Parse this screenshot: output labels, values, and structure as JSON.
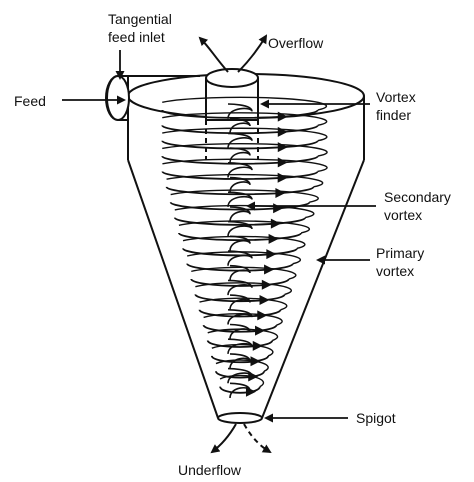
{
  "labels": {
    "tangential_feed_inlet_line1": "Tangential",
    "tangential_feed_inlet_line2": "feed inlet",
    "overflow": "Overflow",
    "feed": "Feed",
    "vortex_finder_line1": "Vortex",
    "vortex_finder_line2": "finder",
    "secondary_vortex_line1": "Secondary",
    "secondary_vortex_line2": "vortex",
    "primary_vortex_line1": "Primary",
    "primary_vortex_line2": "vortex",
    "spigot": "Spigot",
    "underflow": "Underflow"
  },
  "colors": {
    "ink": "#111111",
    "background": "#ffffff"
  }
}
